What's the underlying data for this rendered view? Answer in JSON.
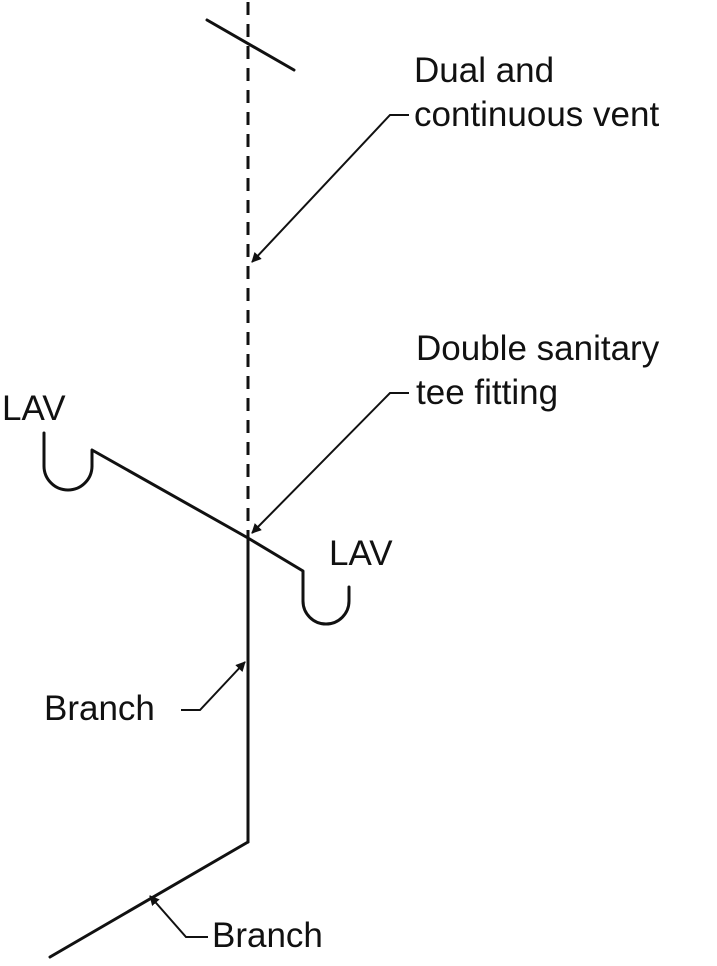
{
  "labels": {
    "vent_line1": "Dual and",
    "vent_line2": "continuous vent",
    "tee_line1": "Double sanitary",
    "tee_line2": "tee fitting",
    "lav_left": "LAV",
    "lav_right": "LAV",
    "branch_upper": "Branch",
    "branch_lower": "Branch"
  },
  "colors": {
    "line": "#111111",
    "background": "#ffffff"
  }
}
